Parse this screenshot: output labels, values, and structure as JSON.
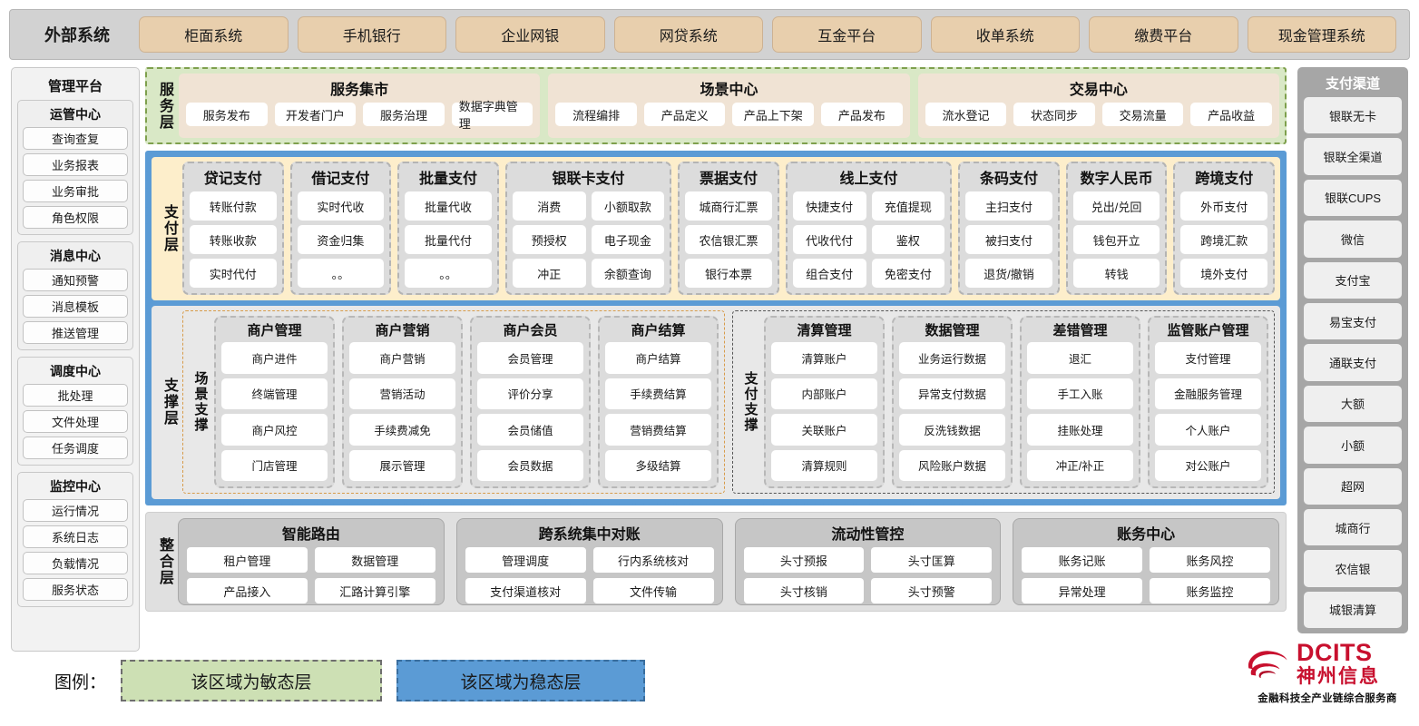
{
  "external": {
    "title": "外部系统",
    "items": [
      "柜面系统",
      "手机银行",
      "企业网银",
      "网贷系统",
      "互金平台",
      "收单系统",
      "缴费平台",
      "现金管理系统"
    ]
  },
  "management": {
    "title": "管理平台",
    "groups": [
      {
        "title": "运管中心",
        "items": [
          "查询查复",
          "业务报表",
          "业务审批",
          "角色权限"
        ]
      },
      {
        "title": "消息中心",
        "items": [
          "通知预警",
          "消息模板",
          "推送管理"
        ]
      }
    ],
    "blocks": [
      {
        "title": "调度中心",
        "items": [
          "批处理",
          "文件处理",
          "任务调度"
        ]
      },
      {
        "title": "监控中心",
        "items": [
          "运行情况",
          "系统日志",
          "负载情况",
          "服务状态"
        ]
      }
    ]
  },
  "service_layer": {
    "label": "服务层",
    "groups": [
      {
        "title": "服务集市",
        "items": [
          "服务发布",
          "开发者门户",
          "服务治理",
          "数据字典管理"
        ]
      },
      {
        "title": "场景中心",
        "items": [
          "流程编排",
          "产品定义",
          "产品上下架",
          "产品发布"
        ]
      },
      {
        "title": "交易中心",
        "items": [
          "流水登记",
          "状态同步",
          "交易流量",
          "产品收益"
        ]
      }
    ]
  },
  "payment_layer": {
    "label": "支付层",
    "groups": [
      {
        "title": "贷记支付",
        "cols": 1,
        "rows": [
          [
            "转账付款"
          ],
          [
            "转账收款"
          ],
          [
            "实时代付"
          ]
        ]
      },
      {
        "title": "借记支付",
        "cols": 1,
        "rows": [
          [
            "实时代收"
          ],
          [
            "资金归集"
          ],
          [
            "。。"
          ]
        ]
      },
      {
        "title": "批量支付",
        "cols": 1,
        "rows": [
          [
            "批量代收"
          ],
          [
            "批量代付"
          ],
          [
            "。。"
          ]
        ]
      },
      {
        "title": "银联卡支付",
        "cols": 2,
        "rows": [
          [
            "消费",
            "小额取款"
          ],
          [
            "预授权",
            "电子现金"
          ],
          [
            "冲正",
            "余额查询"
          ]
        ]
      },
      {
        "title": "票据支付",
        "cols": 1,
        "rows": [
          [
            "城商行汇票"
          ],
          [
            "农信银汇票"
          ],
          [
            "银行本票"
          ]
        ]
      },
      {
        "title": "线上支付",
        "cols": 2,
        "rows": [
          [
            "快捷支付",
            "充值提现"
          ],
          [
            "代收代付",
            "鉴权"
          ],
          [
            "组合支付",
            "免密支付"
          ]
        ]
      },
      {
        "title": "条码支付",
        "cols": 1,
        "rows": [
          [
            "主扫支付"
          ],
          [
            "被扫支付"
          ],
          [
            "退货/撤销"
          ]
        ]
      },
      {
        "title": "数字人民币",
        "cols": 1,
        "rows": [
          [
            "兑出/兑回"
          ],
          [
            "钱包开立"
          ],
          [
            "转钱"
          ]
        ]
      },
      {
        "title": "跨境支付",
        "cols": 1,
        "rows": [
          [
            "外币支付"
          ],
          [
            "跨境汇款"
          ],
          [
            "境外支付"
          ]
        ]
      }
    ]
  },
  "support_layer": {
    "label": "支撑层",
    "panels": [
      {
        "label": "场景支撑",
        "style": "scene",
        "cats": [
          {
            "title": "商户管理",
            "items": [
              "商户进件",
              "终端管理",
              "商户风控",
              "门店管理"
            ]
          },
          {
            "title": "商户营销",
            "items": [
              "商户营销",
              "营销活动",
              "手续费减免",
              "展示管理"
            ]
          },
          {
            "title": "商户会员",
            "items": [
              "会员管理",
              "评价分享",
              "会员储值",
              "会员数据"
            ]
          },
          {
            "title": "商户结算",
            "items": [
              "商户结算",
              "手续费结算",
              "营销费结算",
              "多级结算"
            ]
          }
        ]
      },
      {
        "label": "支付支撑",
        "style": "paysup",
        "cats": [
          {
            "title": "清算管理",
            "items": [
              "清算账户",
              "内部账户",
              "关联账户",
              "清算规则"
            ]
          },
          {
            "title": "数据管理",
            "items": [
              "业务运行数据",
              "异常支付数据",
              "反洗钱数据",
              "风险账户数据"
            ]
          },
          {
            "title": "差错管理",
            "items": [
              "退汇",
              "手工入账",
              "挂账处理",
              "冲正/补正"
            ]
          },
          {
            "title": "监管账户管理",
            "items": [
              "支付管理",
              "金融服务管理",
              "个人账户",
              "对公账户"
            ]
          }
        ]
      }
    ]
  },
  "integration_layer": {
    "label": "整合层",
    "groups": [
      {
        "title": "智能路由",
        "rows": [
          [
            "租户管理",
            "数据管理"
          ],
          [
            "产品接入",
            "汇路计算引擎"
          ]
        ]
      },
      {
        "title": "跨系统集中对账",
        "rows": [
          [
            "管理调度",
            "行内系统核对"
          ],
          [
            "支付渠道核对",
            "文件传输"
          ]
        ]
      },
      {
        "title": "流动性管控",
        "rows": [
          [
            "头寸预报",
            "头寸匡算"
          ],
          [
            "头寸核销",
            "头寸预警"
          ]
        ]
      },
      {
        "title": "账务中心",
        "rows": [
          [
            "账务记账",
            "账务风控"
          ],
          [
            "异常处理",
            "账务监控"
          ]
        ]
      }
    ]
  },
  "channels": {
    "title": "支付渠道",
    "items": [
      "银联无卡",
      "银联全渠道",
      "银联CUPS",
      "微信",
      "支付宝",
      "易宝支付",
      "通联支付",
      "大额",
      "小额",
      "超网",
      "城商行",
      "农信银",
      "城银清算"
    ]
  },
  "legend": {
    "label": "图例：",
    "agile": "该区域为敏态层",
    "stable": "该区域为稳态层",
    "agile_color": "#cde0b4",
    "stable_color": "#5b9bd5"
  },
  "logo": {
    "en": "DCITS",
    "cn": "神州信息",
    "tagline": "金融科技全产业链综合服务商",
    "brand_color": "#c8102e"
  }
}
